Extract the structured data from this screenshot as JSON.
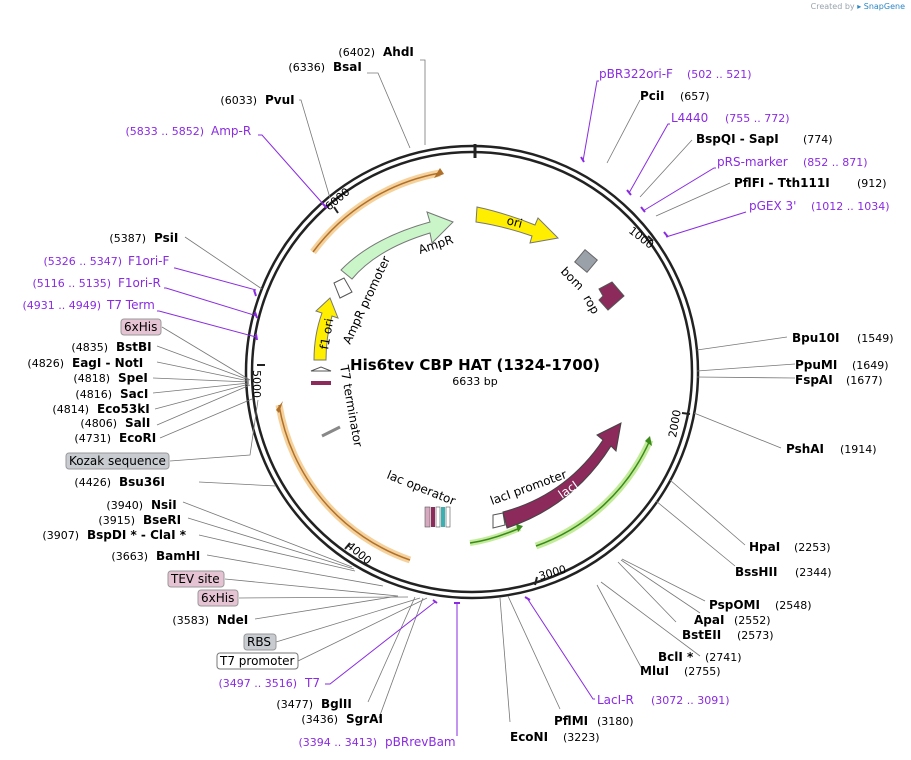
{
  "branding": {
    "created_by": "Created by",
    "brand": "SnapGene"
  },
  "plasmid": {
    "name": "His6tev CBP HAT (1324-1700)",
    "length": "6633 bp"
  },
  "colors": {
    "backbone": "#222222",
    "enzyme": "#000000",
    "primer": "#8a2be2",
    "ori": "#ffee00",
    "ampr": "#c9f5c9",
    "laci": "#8b2a5b",
    "orf_glow": "#f3c98b",
    "orf_green": "#b9e88a",
    "rop": "#8b2a5b",
    "bom": "#9aa1a8"
  },
  "ticks": [
    "1000",
    "2000",
    "3000",
    "4000",
    "5000",
    "6000"
  ],
  "features": {
    "ori": "ori",
    "ampr": "AmpR",
    "ampr_promoter": "AmpR promoter",
    "f1_ori": "f1 ori",
    "t7_terminator": "T7 terminator",
    "lac_operator": "lac operator",
    "laci_promoter": "lacI promoter",
    "laci": "lacI",
    "bom": "bom",
    "rop": "rop"
  },
  "enzymes": [
    {
      "name": "AhdI",
      "pos": "(6402)"
    },
    {
      "name": "BsaI",
      "pos": "(6336)"
    },
    {
      "name": "PvuI",
      "pos": "(6033)"
    },
    {
      "name": "PciI",
      "pos": "(657)"
    },
    {
      "name": "BspQI  -  SapI",
      "pos": "(774)"
    },
    {
      "name": "PflFI  -  Tth111I",
      "pos": "(912)"
    },
    {
      "name": "PsiI",
      "pos": "(5387)"
    },
    {
      "name": "BstBI",
      "pos": "(4835)"
    },
    {
      "name": "EagI  -  NotI",
      "pos": "(4826)"
    },
    {
      "name": "SpeI",
      "pos": "(4818)"
    },
    {
      "name": "SacI",
      "pos": "(4816)"
    },
    {
      "name": "Eco53kI",
      "pos": "(4814)"
    },
    {
      "name": "SalI",
      "pos": "(4806)"
    },
    {
      "name": "EcoRI",
      "pos": "(4731)"
    },
    {
      "name": "Bsu36I",
      "pos": "(4426)"
    },
    {
      "name": "NsiI",
      "pos": "(3940)"
    },
    {
      "name": "BseRI",
      "pos": "(3915)"
    },
    {
      "name": "BspDI *  -  ClaI *",
      "pos": "(3907)"
    },
    {
      "name": "BamHI",
      "pos": "(3663)"
    },
    {
      "name": "NdeI",
      "pos": "(3583)"
    },
    {
      "name": "BglII",
      "pos": "(3477)"
    },
    {
      "name": "SgrAI",
      "pos": "(3436)"
    },
    {
      "name": "EcoNI",
      "pos": "(3223)"
    },
    {
      "name": "PflMI",
      "pos": "(3180)"
    },
    {
      "name": "MluI",
      "pos": "(2755)"
    },
    {
      "name": "BclI *",
      "pos": "(2741)"
    },
    {
      "name": "BstEII",
      "pos": "(2573)"
    },
    {
      "name": "ApaI",
      "pos": "(2552)"
    },
    {
      "name": "PspOMI",
      "pos": "(2548)"
    },
    {
      "name": "BssHII",
      "pos": "(2344)"
    },
    {
      "name": "HpaI",
      "pos": "(2253)"
    },
    {
      "name": "PshAI",
      "pos": "(1914)"
    },
    {
      "name": "FspAI",
      "pos": "(1677)"
    },
    {
      "name": "PpuMI",
      "pos": "(1649)"
    },
    {
      "name": "Bpu10I",
      "pos": "(1549)"
    }
  ],
  "primers": [
    {
      "name": "Amp-R",
      "range": "(5833 .. 5852)"
    },
    {
      "name": "pBR322ori-F",
      "range": "(502 .. 521)"
    },
    {
      "name": "L4440",
      "range": "(755 .. 772)"
    },
    {
      "name": "pRS-marker",
      "range": "(852 .. 871)"
    },
    {
      "name": "pGEX 3'",
      "range": "(1012 .. 1034)"
    },
    {
      "name": "F1ori-F",
      "range": "(5326 .. 5347)"
    },
    {
      "name": "F1ori-R",
      "range": "(5116 .. 5135)"
    },
    {
      "name": "T7 Term",
      "range": "(4931 .. 4949)"
    },
    {
      "name": "T7",
      "range": "(3497 .. 3516)"
    },
    {
      "name": "pBRrevBam",
      "range": "(3394 .. 3413)"
    },
    {
      "name": "LacI-R",
      "range": "(3072 .. 3091)"
    }
  ],
  "boxed_features": {
    "his_top": "6xHis",
    "kozak": "Kozak sequence",
    "tev": "TEV site",
    "his_bottom": "6xHis",
    "rbs": "RBS",
    "t7_promoter": "T7 promoter"
  }
}
